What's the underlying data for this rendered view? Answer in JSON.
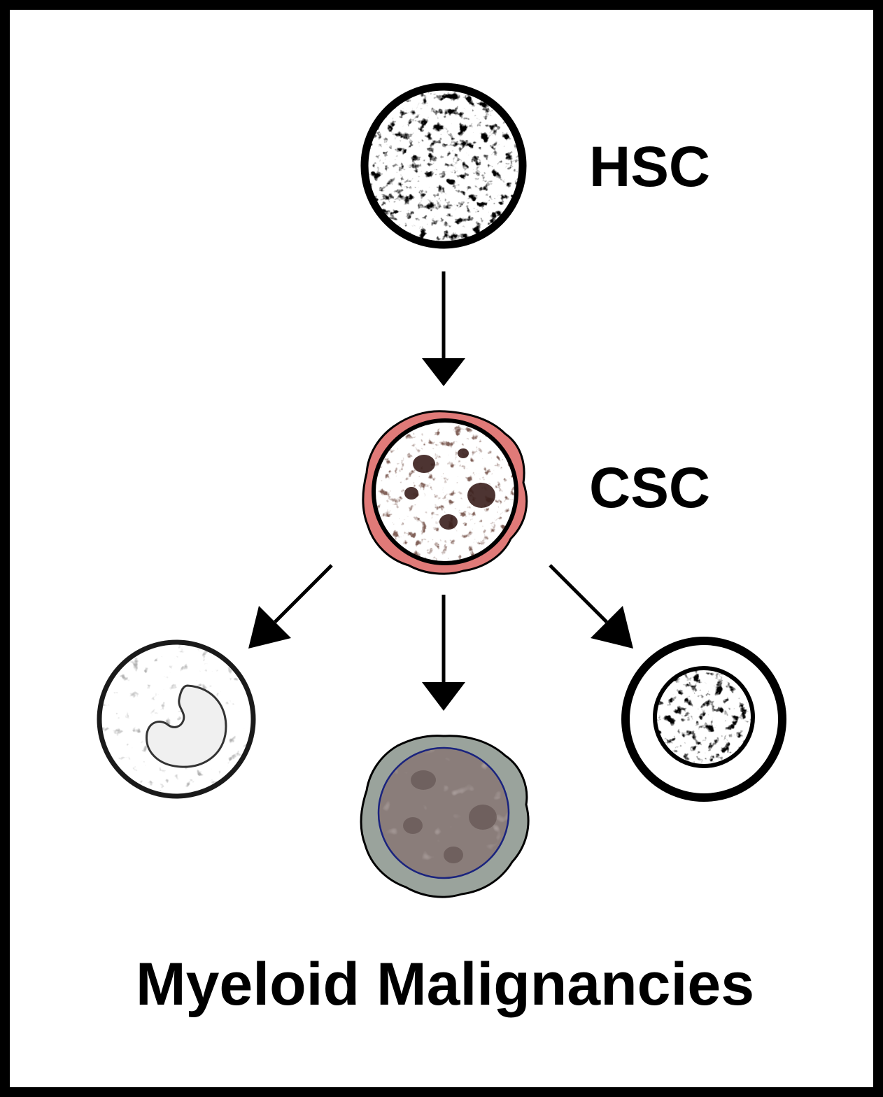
{
  "labels": {
    "hsc": "HSC",
    "csc": "CSC",
    "title": "Myeloid Malignancies"
  },
  "colors": {
    "frame": "#000000",
    "csc_membrane": "#e07a78",
    "lower_cell_membrane": "#9aa39c",
    "lower_cell_outline": "#1a237e",
    "lower_cell_fill": "#8a7d7a"
  }
}
